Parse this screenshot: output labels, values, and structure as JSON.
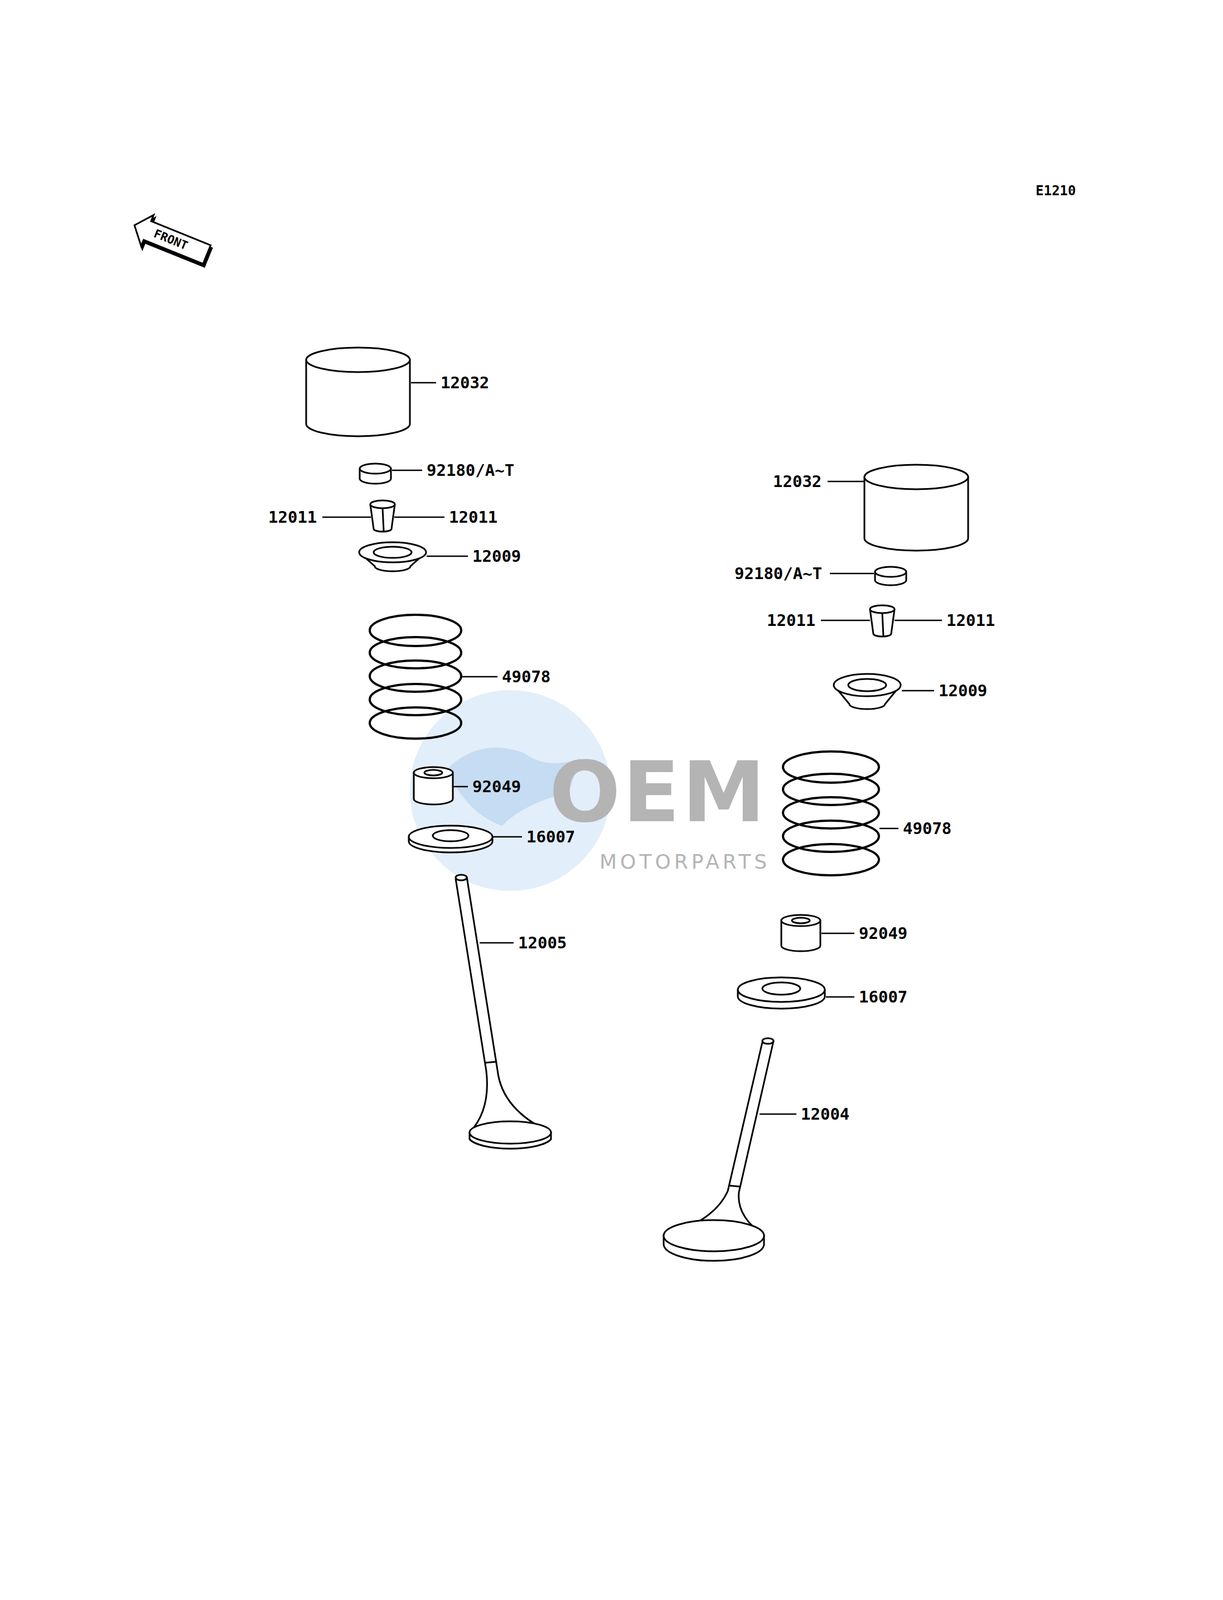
{
  "diagram": {
    "labels": [
      "E1210",
      "FRONT",
      "12032",
      "92180/A~T",
      "12011",
      "12011",
      "12009",
      "49078",
      "92049",
      "16007",
      "12005",
      "12032",
      "92180/A~T",
      "12011",
      "12011",
      "12009",
      "49078",
      "92049",
      "16007",
      "12004",
      "OEM",
      "MOTORPARTS"
    ]
  }
}
